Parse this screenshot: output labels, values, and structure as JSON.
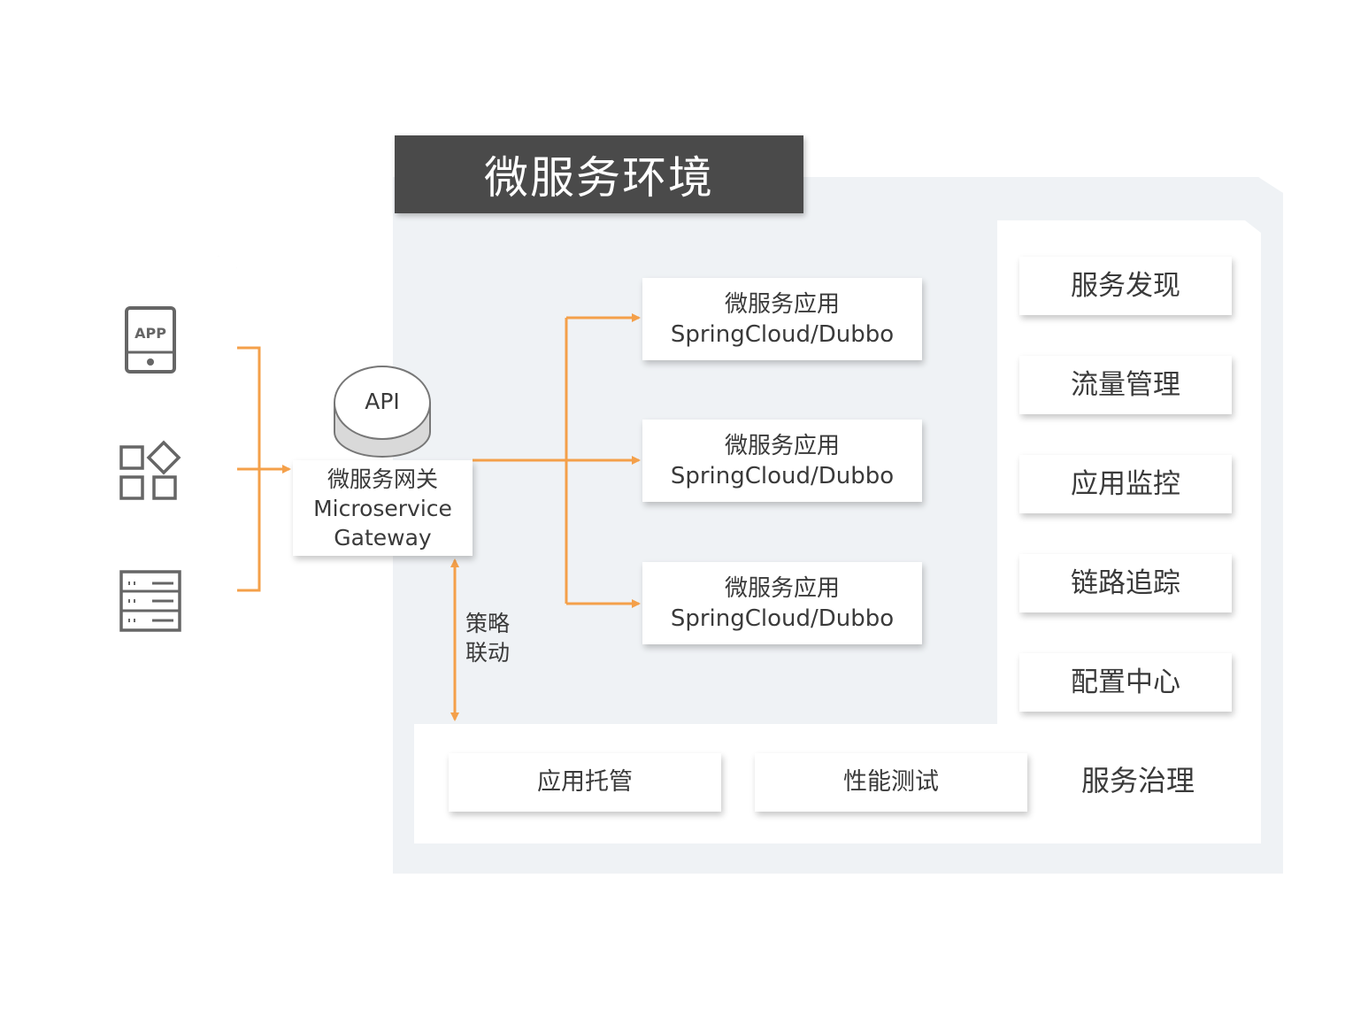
{
  "environment": {
    "title": "微服务环境"
  },
  "clients": {
    "app_icon_text": "APP",
    "icons": [
      "app-tablet-icon",
      "apps-grid-icon",
      "server-rack-icon"
    ]
  },
  "api": {
    "label": "API"
  },
  "gateway": {
    "line1": "微服务网关",
    "line2": "Microservice",
    "line3": "Gateway"
  },
  "services": [
    {
      "name": "微服务应用",
      "tech": "SpringCloud/Dubbo"
    },
    {
      "name": "微服务应用",
      "tech": "SpringCloud/Dubbo"
    },
    {
      "name": "微服务应用",
      "tech": "SpringCloud/Dubbo"
    }
  ],
  "governance_items": [
    "服务发现",
    "流量管理",
    "应用监控",
    "链路追踪",
    "配置中心"
  ],
  "strategy": {
    "line1": "策略",
    "line2": "联动"
  },
  "bottom": {
    "tools": [
      "应用托管",
      "性能测试"
    ],
    "title": "服务治理"
  },
  "colors": {
    "arrow": "#f4a04a",
    "dark": "#4a4a4a",
    "env_bg": "#eff2f5"
  }
}
